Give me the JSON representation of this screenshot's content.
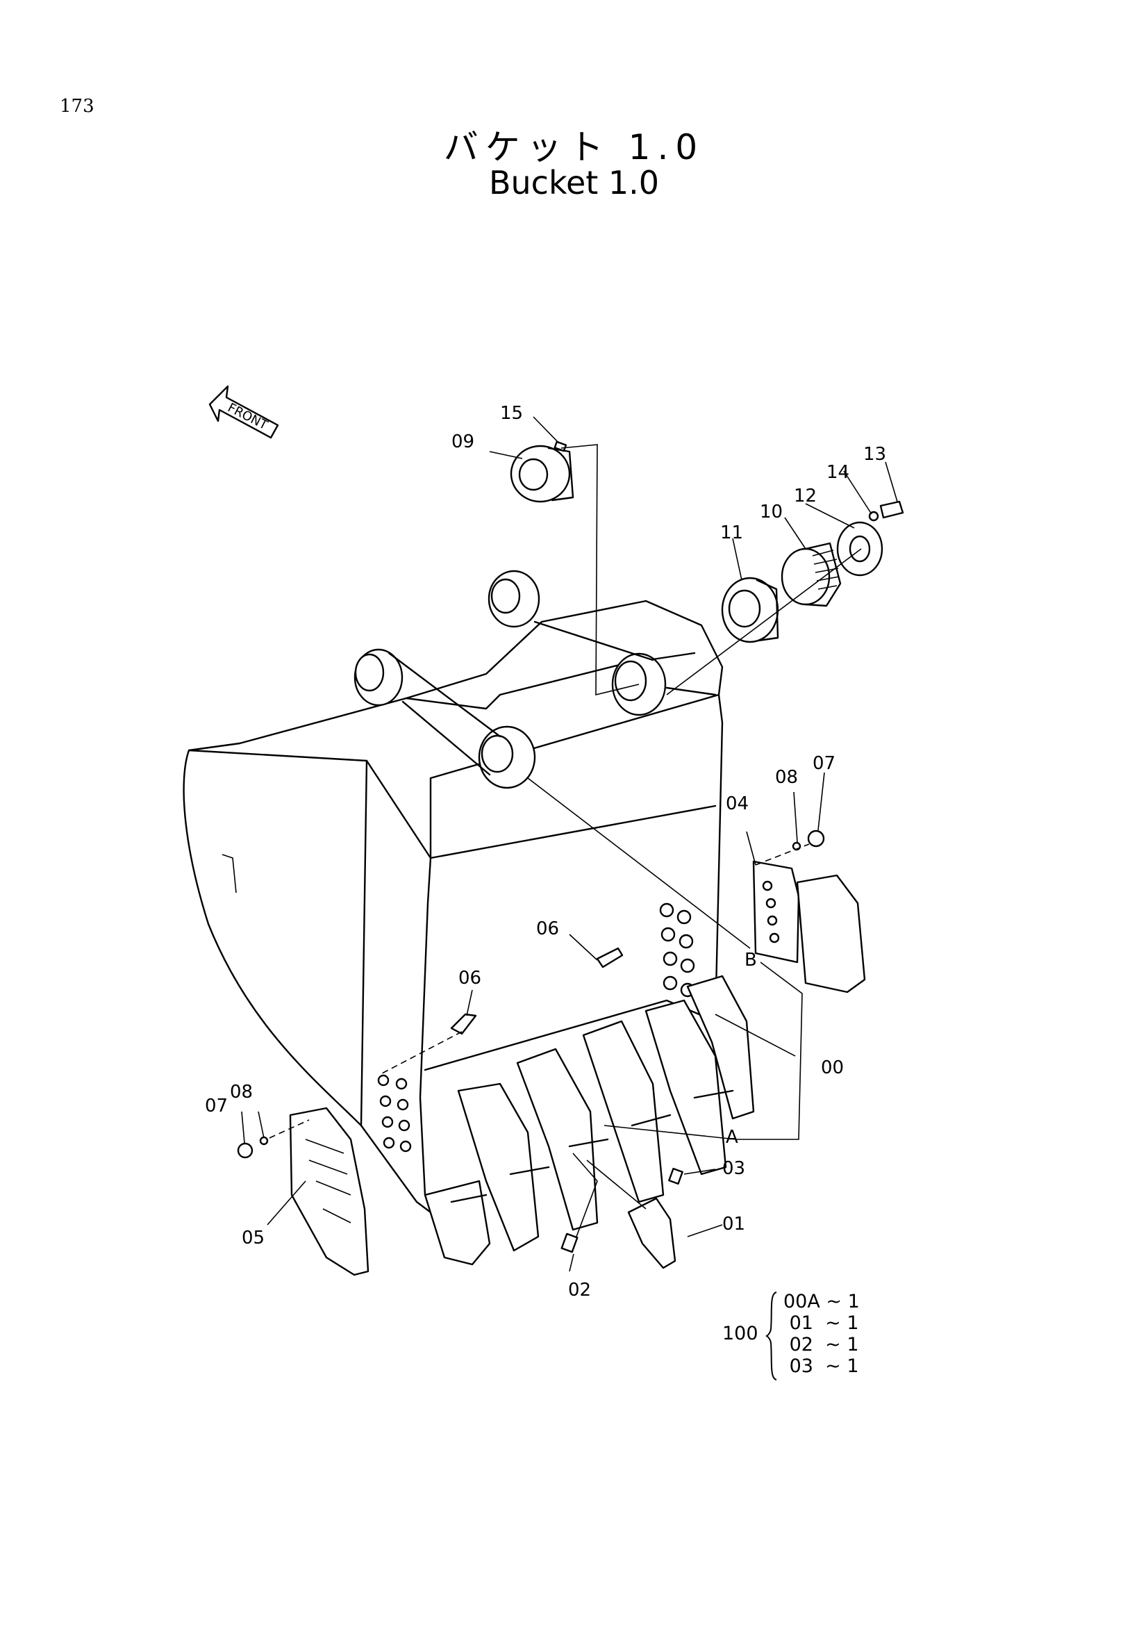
{
  "page_number": "173",
  "title_jp": "バケット 1.0",
  "title_en": "Bucket 1.0",
  "front_label": "FRONT",
  "callouts": {
    "p00": "00",
    "p01": "01",
    "p02": "02",
    "p03": "03",
    "p04": "04",
    "p05": "05",
    "p06a": "06",
    "p06b": "06",
    "p07a": "07",
    "p07b": "07",
    "p08a": "08",
    "p08b": "08",
    "p09": "09",
    "p10": "10",
    "p11": "11",
    "p12": "12",
    "p13": "13",
    "p14": "14",
    "p15": "15",
    "refA": "A",
    "refB": "B"
  },
  "kit": {
    "id": "100",
    "rows": [
      {
        "part": "00A",
        "qty": "~ 1"
      },
      {
        "part": "01",
        "qty": "~ 1"
      },
      {
        "part": "02",
        "qty": "~ 1"
      },
      {
        "part": "03",
        "qty": "~ 1"
      }
    ]
  }
}
